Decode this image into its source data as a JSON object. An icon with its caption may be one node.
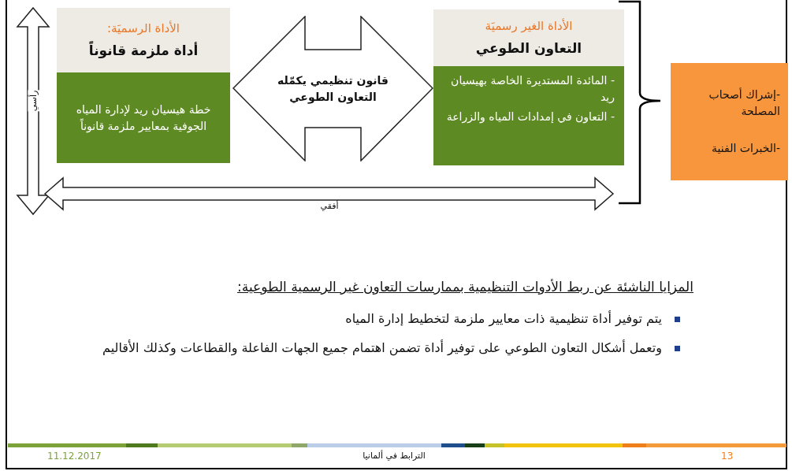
{
  "diagram": {
    "nodes": [
      {
        "text": [
          "الأداة الرسميَة:",
          "أداة ملزمة قانوناً"
        ]
      },
      {
        "text": [
          "خطة هيسيان ريد لإدارة المياه الجوفية بمعايير ملزمة قانوناً"
        ]
      },
      {
        "text": [
          "قانون تنظيمي يكمّله التعاون الطوعي"
        ]
      },
      {
        "text": [
          "الأداة الغير رسميَة",
          "التعاون الطوعي"
        ]
      },
      {
        "text": [
          "- المائدة المستديرة الخاصة بهيسيان ريد",
          "- التعاون في إمدادات المياه والزراعة"
        ]
      },
      {
        "text": [
          "-إشراك أصحاب المصلحة",
          "-الخبرات الفنية"
        ]
      }
    ],
    "labels": [
      "رأسي",
      "أفقي",
      "المزايا الناشئة عن ربط الأدوات التنظيمية بممارسات التعاون غير الرسمية الطوعية:",
      "يتم توفير أداة تنظيمية ذات معايير ملزمة لتخطيط إدارة المياه",
      "وتعمل أشكال التعاون الطوعي على توفير أداة تضمن اهتمام جميع الجهات الفاعلة والقطاعات وكذلك الأقاليم",
      "11.12.2017",
      "الترابط في ألمانيا",
      "13"
    ]
  }
}
